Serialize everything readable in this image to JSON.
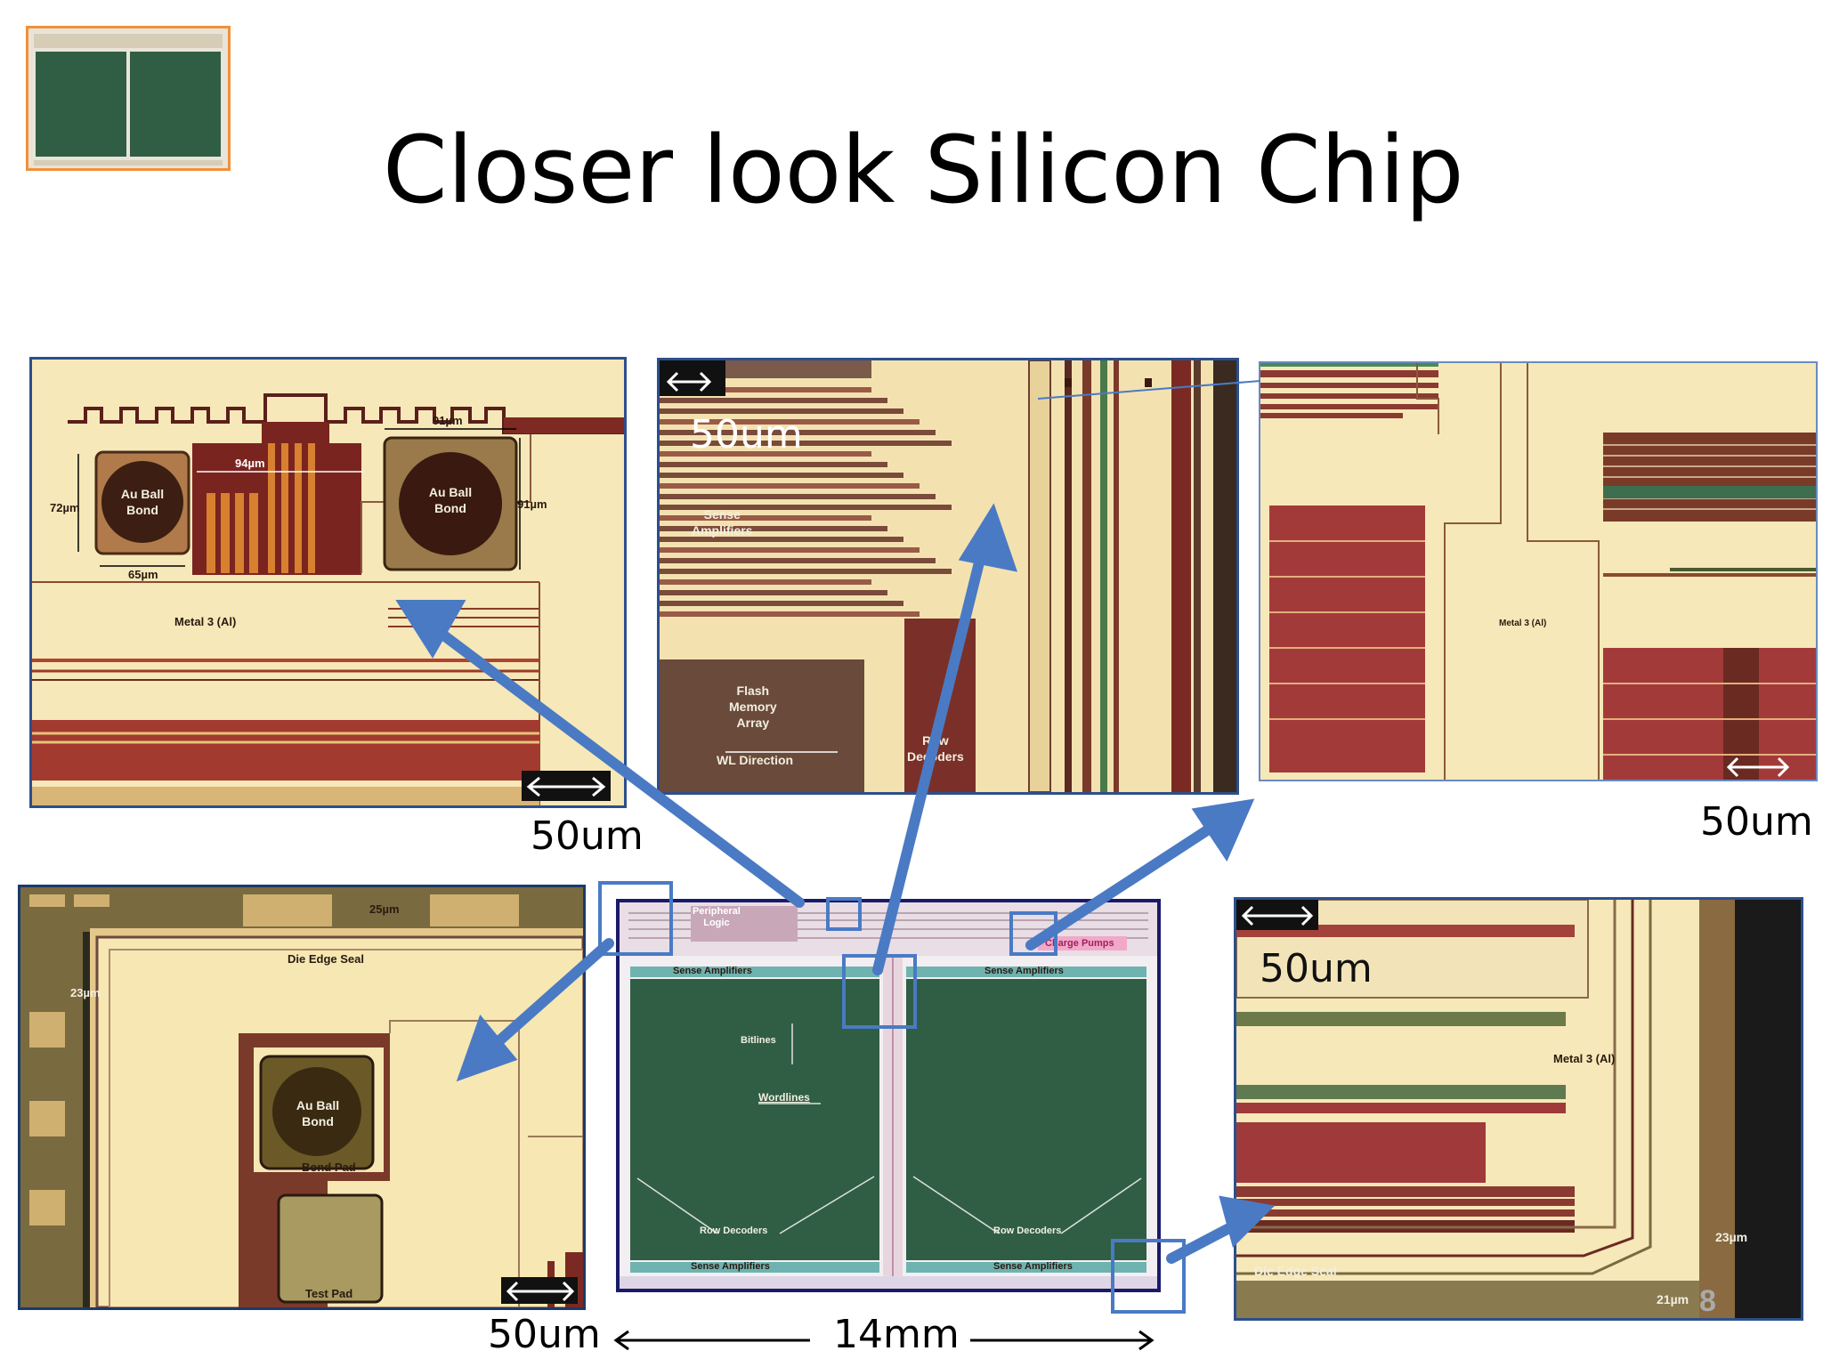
{
  "slide": {
    "title": "Closer look Silicon Chip",
    "page_number": "8",
    "colors": {
      "arrow": "#4a7ac4",
      "frame": "#2c4f8c",
      "thumb_border": "#f0913a",
      "die_green": "#2f5e44",
      "metal": "#f6e8b8"
    }
  },
  "scales": {
    "top_left": "50um",
    "top_mid": "50um",
    "top_right": "50um",
    "bottom_left": "50um",
    "bottom_right": "50um",
    "die_width": "14mm"
  },
  "panel_top_left": {
    "dim_width": "91µm",
    "dim_gap": "94µm",
    "dim_height_left": "72µm",
    "dim_height_right": "91µm",
    "dim_bottom": "65µm",
    "bond_left": "Au Ball\nBond",
    "bond_right": "Au Ball\nBond",
    "metal": "Metal 3 (Al)"
  },
  "panel_top_mid": {
    "sense": "Sense\nAmplifiers",
    "flash": "Flash\nMemory\nArray",
    "wl": "WL Direction",
    "row": "Row\nDecoders"
  },
  "panel_top_right": {
    "metal": "Metal 3 (Al)"
  },
  "panel_bottom_left": {
    "dim_top": "25µm",
    "seal": "Die Edge Seal",
    "dim_left": "23µm",
    "bond": "Au Ball\nBond",
    "bond_pad": "Bond Pad",
    "test_pad": "Test Pad"
  },
  "panel_center": {
    "peripheral": "Peripheral\nLogic",
    "charge": "Charge Pumps",
    "sense_top_left": "Sense Amplifiers",
    "sense_top_right": "Sense Amplifiers",
    "bitlines": "Bitlines",
    "wordlines": "Wordlines",
    "row_left": "Row Decoders",
    "row_right": "Row Decoders",
    "sense_bottom_left": "Sense Amplifiers",
    "sense_bottom_right": "Sense Amplifiers"
  },
  "panel_bottom_right": {
    "metal": "Metal 3 (Al)",
    "seal": "Die Edge Seal",
    "dim_right": "23µm",
    "dim_bottom": "21µm"
  }
}
